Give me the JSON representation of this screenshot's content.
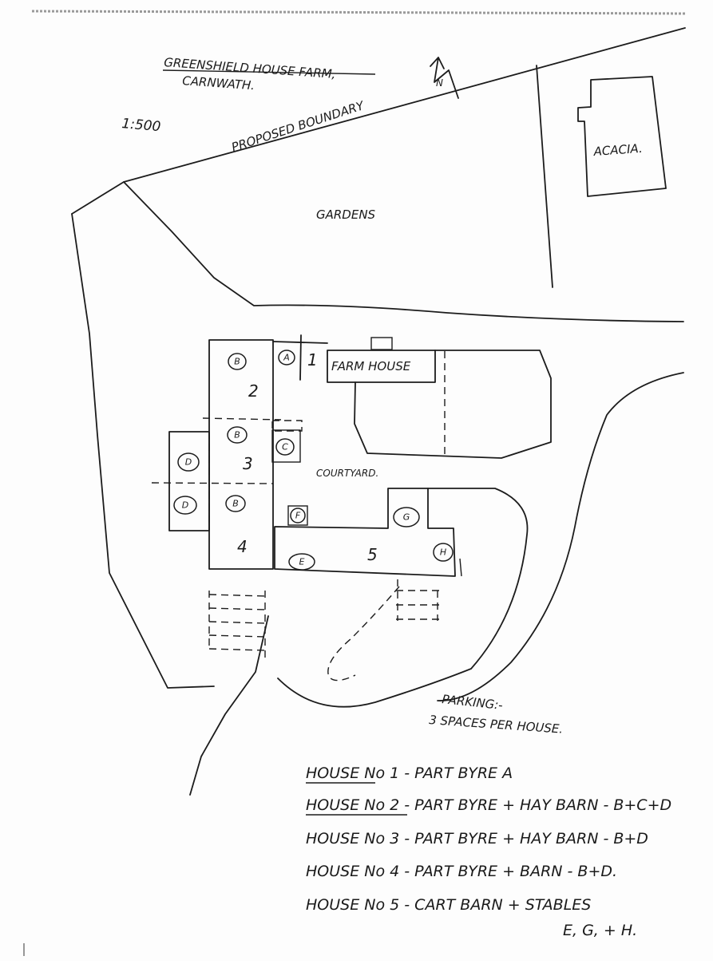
{
  "title_line1": "GREENSHIELD HOUSE FARM,",
  "title_line2": "CARNWATH.",
  "scale": "1:500",
  "north_label": "N",
  "boundary_label": "PROPOSED BOUNDARY",
  "gardens_label": "GARDENS",
  "acacia_label": "ACACIA.",
  "farmhouse_label": "FARM HOUSE",
  "courtyard_label": "COURTYARD.",
  "parking_line1": "PARKING:-",
  "parking_line2": "3 SPACES PER HOUSE.",
  "house_numbers": [
    "1",
    "2",
    "3",
    "4",
    "5"
  ],
  "unit_letters": {
    "a": "A",
    "b1": "B",
    "b2": "B",
    "b3": "B",
    "c": "C",
    "d1": "D",
    "d2": "D",
    "e": "E",
    "f": "F",
    "g": "G",
    "h": "H"
  },
  "legend": [
    {
      "house": "HOUSE No 1",
      "desc": "- PART BYRE A"
    },
    {
      "house": "HOUSE No 2",
      "desc": "- PART BYRE + HAY BARN - B+C+D"
    },
    {
      "house": "HOUSE No 3",
      "desc": "- PART BYRE + HAY BARN - B+D"
    },
    {
      "house": "HOUSE No 4",
      "desc": "- PART BYRE + BARN - B+D."
    },
    {
      "house": "HOUSE No 5",
      "desc": "- CART BARN + STABLES"
    }
  ],
  "legend_tail": "E, G, + H."
}
